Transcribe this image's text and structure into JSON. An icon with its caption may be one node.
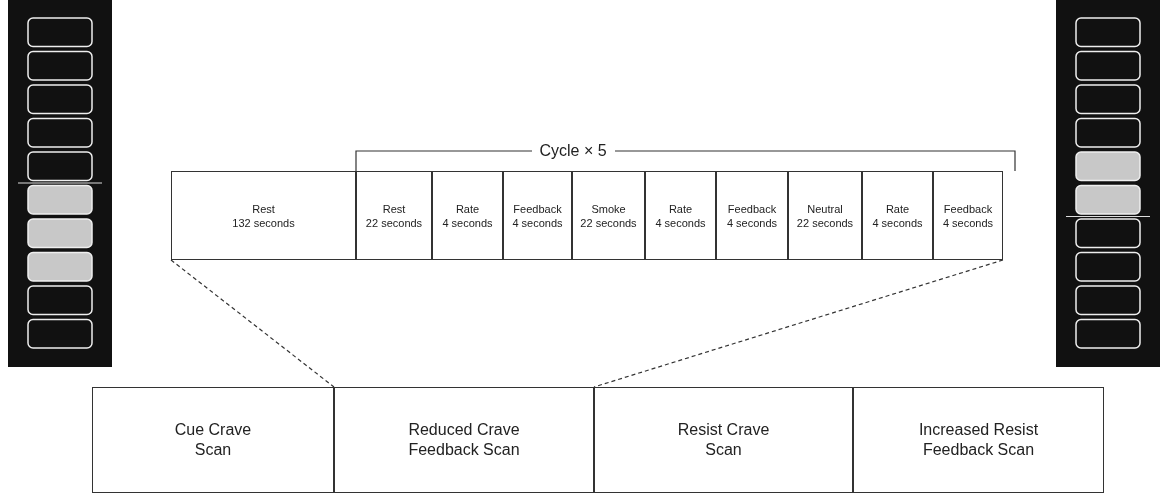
{
  "diagram": {
    "nodes": [
      {
        "text": [],
        "shape": "picture"
      },
      {
        "text": [
          "Rest",
          "132 seconds"
        ]
      },
      {
        "text": [
          "Rest",
          "22 seconds"
        ]
      },
      {
        "text": [
          "Rate",
          "4 seconds"
        ]
      },
      {
        "text": [
          "Feedback",
          "4 seconds"
        ]
      },
      {
        "text": [
          "Smoke",
          "22 seconds"
        ]
      },
      {
        "text": [
          "Rate",
          "4 seconds"
        ]
      },
      {
        "text": [
          "Feedback",
          "4 seconds"
        ]
      },
      {
        "text": [
          "Neutral",
          "22 seconds"
        ]
      },
      {
        "text": [
          "Rate",
          "4 seconds"
        ]
      },
      {
        "text": [
          "Feedback",
          "4 seconds"
        ]
      },
      {
        "text": [],
        "shape": "picture"
      },
      {
        "text": [
          "Cue Crave Scan"
        ]
      },
      {
        "text": [
          "Reduced Crave Feedback Scan"
        ]
      },
      {
        "text": [
          "Resist Crave Scan"
        ]
      },
      {
        "text": [
          "Increased Resist Feedback Scan"
        ]
      }
    ],
    "edges": [
      {
        "from": 1,
        "to": 13,
        "arrow": "none",
        "style": "dashed"
      },
      {
        "from": 10,
        "to": 13,
        "arrow": "none",
        "style": "dashed"
      }
    ],
    "labels": [
      "Cycle × 5"
    ]
  }
}
